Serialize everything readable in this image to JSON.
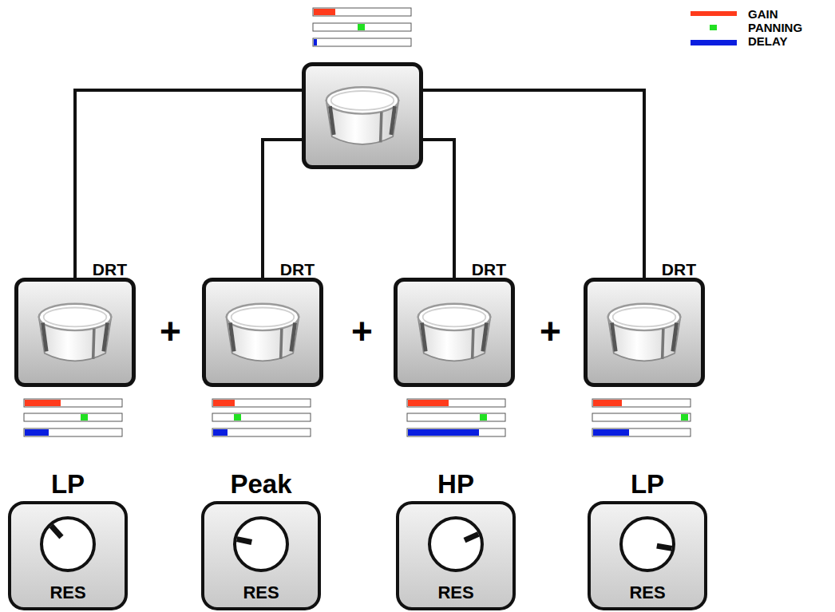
{
  "diagram": {
    "nodes": [
      {
        "text": []
      },
      {
        "text": [
          "DRT"
        ],
        "in": null
      },
      {
        "text": [
          "DRT"
        ]
      },
      {
        "text": [
          "DRT"
        ]
      },
      {
        "text": [
          "DRT"
        ]
      },
      {
        "text": [
          "LP",
          "RES"
        ]
      },
      {
        "text": [
          "Peak",
          "RES"
        ]
      },
      {
        "text": [
          "HP",
          "RES"
        ]
      },
      {
        "text": [
          "LP",
          "RES"
        ]
      }
    ],
    "edges": [
      {
        "from": 0,
        "to": 1,
        "arrow": "none"
      },
      {
        "from": 0,
        "to": 2,
        "arrow": "none"
      },
      {
        "from": 0,
        "to": 3,
        "arrow": "none"
      },
      {
        "from": 0,
        "to": 4,
        "arrow": "none"
      }
    ],
    "labels": [
      "+",
      "+",
      "+"
    ],
    "legend": [
      {
        "text": "GAIN",
        "color": "#ff3b1c"
      },
      {
        "text": "PANNING",
        "color": "#22e022"
      },
      {
        "text": "DELAY",
        "color": "#0a1ee0"
      }
    ]
  }
}
